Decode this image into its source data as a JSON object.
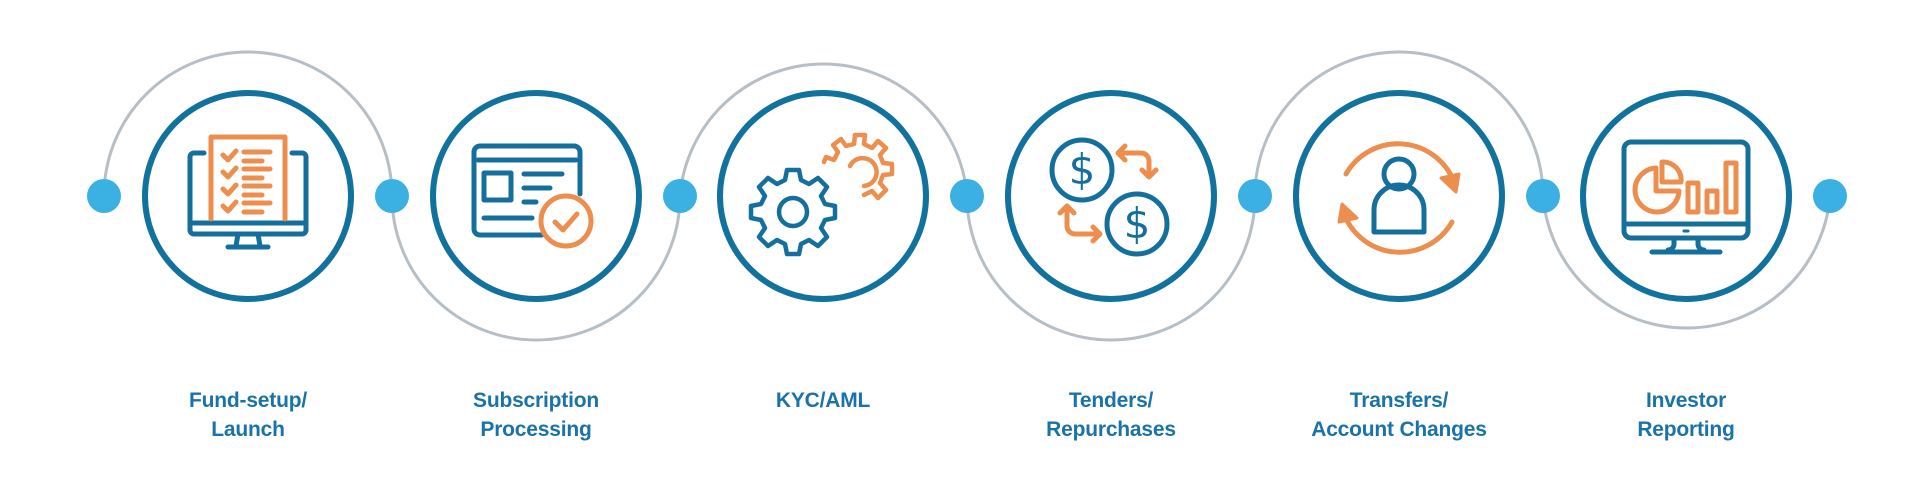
{
  "colors": {
    "ring": "#11729e",
    "arc": "#b6bec6",
    "dot": "#3bb0e3",
    "icon_blue": "#156f9c",
    "icon_orange": "#ec8e4e",
    "label": "#1a73a8"
  },
  "steps": [
    {
      "line1": "Fund-setup/",
      "line2": "Launch",
      "icon": "monitor-checklist-icon"
    },
    {
      "line1": "Subscription",
      "line2": "Processing",
      "icon": "form-approved-icon"
    },
    {
      "line1": "KYC/AML",
      "line2": "",
      "icon": "gears-icon"
    },
    {
      "line1": "Tenders/",
      "line2": "Repurchases",
      "icon": "dollar-exchange-icon"
    },
    {
      "line1": "Transfers/",
      "line2": "Account Changes",
      "icon": "user-sync-icon"
    },
    {
      "line1": "Investor",
      "line2": "Reporting",
      "icon": "monitor-chart-icon"
    }
  ]
}
